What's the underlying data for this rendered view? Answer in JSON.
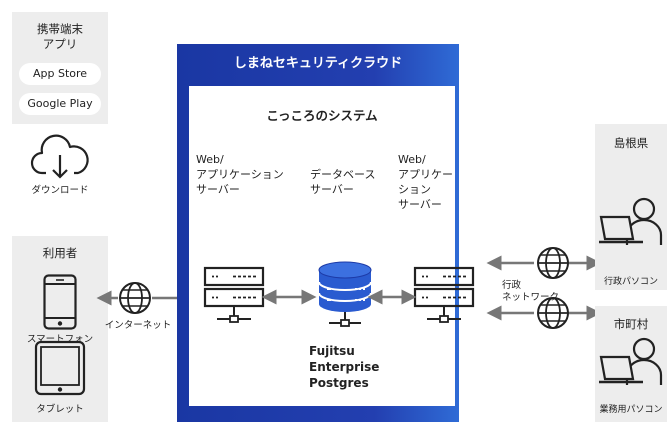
{
  "mobile_apps": {
    "title_line1": "携帯端末",
    "title_line2": "アプリ",
    "app_store": "App Store",
    "google_play": "Google Play"
  },
  "download_label": "ダウンロード",
  "users": {
    "title": "利用者",
    "smartphone": "スマートフォン",
    "tablet": "タブレット"
  },
  "internet_label": "インターネット",
  "cloud": {
    "title": "しまねセキュリティクラウド",
    "system_title": "こっころのシステム",
    "server_left_line1": "Web/",
    "server_left_line2": "アプリケーション",
    "server_left_line3": "サーバー",
    "db_line1": "データベース",
    "db_line2": "サーバー",
    "server_right_line1": "Web/",
    "server_right_line2": "アプリケーション",
    "server_right_line3": "サーバー",
    "db_product_line1": "Fujitsu",
    "db_product_line2": "Enterprise",
    "db_product_line3": "Postgres"
  },
  "admin_network": {
    "line1": "行政",
    "line2": "ネットワーク"
  },
  "shimane": {
    "title": "島根県",
    "pc_label": "行政パソコン"
  },
  "municipal": {
    "title": "市町村",
    "pc_label": "業務用パソコン"
  },
  "colors": {
    "cloud_blue": "#1d3ba8",
    "icon_dark": "#222222",
    "db_blue": "#2a5bd0",
    "panel_gray": "#ededed",
    "arrow_gray": "#777777"
  }
}
